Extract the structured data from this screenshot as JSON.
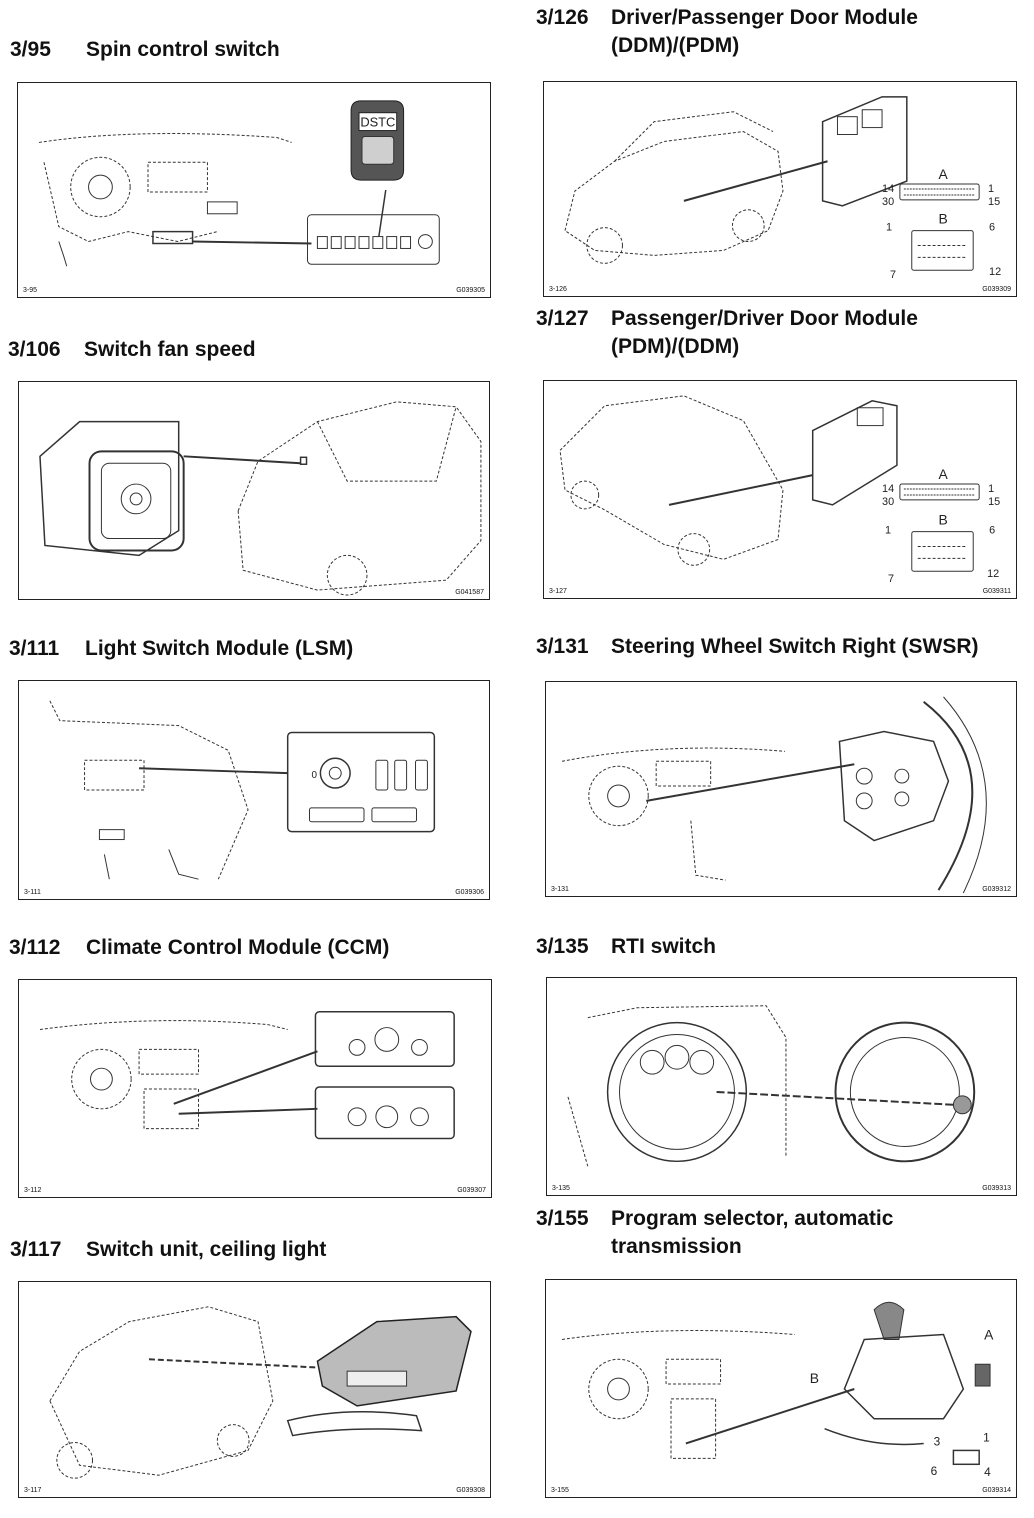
{
  "sections": [
    {
      "code": "3/95",
      "title": "Spin control switch",
      "fig_left": "3-95",
      "fig_right": "G039305",
      "labels": {
        "button_text": "DSTC"
      }
    },
    {
      "code": "3/126",
      "title_line1": "Driver/Passenger Door Module",
      "title_line2": "(DDM)/(PDM)",
      "fig_left": "3-126",
      "fig_right": "G039309",
      "labels": {
        "connA": "A",
        "connB": "B",
        "a14": "14",
        "a30": "30",
        "a1": "1",
        "a15": "15",
        "b1": "1",
        "b6": "6",
        "b7": "7",
        "b12": "12"
      }
    },
    {
      "code": "3/106",
      "title": "Switch fan speed",
      "fig_left": "",
      "fig_right": "G041587"
    },
    {
      "code": "3/127",
      "title_line1": "Passenger/Driver Door Module",
      "title_line2": "(PDM)/(DDM)",
      "fig_left": "3-127",
      "fig_right": "G039311",
      "labels": {
        "connA": "A",
        "connB": "B",
        "a14": "14",
        "a30": "30",
        "a1": "1",
        "a15": "15",
        "b1": "1",
        "b6": "6",
        "b7": "7",
        "b12": "12"
      }
    },
    {
      "code": "3/111",
      "title": "Light Switch Module (LSM)",
      "fig_left": "3-111",
      "fig_right": "G039306",
      "labels": {
        "zero": "0"
      }
    },
    {
      "code": "3/131",
      "title": "Steering Wheel Switch Right (SWSR)",
      "fig_left": "3-131",
      "fig_right": "G039312"
    },
    {
      "code": "3/112",
      "title": "Climate Control Module (CCM)",
      "fig_left": "3-112",
      "fig_right": "G039307"
    },
    {
      "code": "3/135",
      "title": "RTI switch",
      "fig_left": "3-135",
      "fig_right": "G039313"
    },
    {
      "code": "3/117",
      "title": "Switch unit, ceiling light",
      "fig_left": "3-117",
      "fig_right": "G039308"
    },
    {
      "code": "3/155",
      "title_line1": "Program selector, automatic",
      "title_line2": "transmission",
      "fig_left": "3-155",
      "fig_right": "G039314",
      "labels": {
        "a": "A",
        "b": "B",
        "p3": "3",
        "p1": "1",
        "p6": "6",
        "p4": "4"
      }
    }
  ]
}
